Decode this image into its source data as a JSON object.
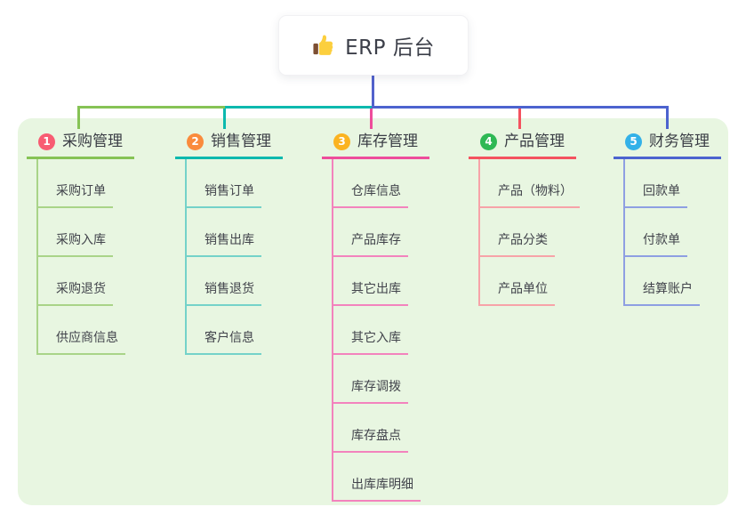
{
  "root": {
    "title": "ERP 后台",
    "icon": "thumbs-up-icon",
    "line_color": "#5262cc"
  },
  "panel_color": "#e8f6e1",
  "branches": [
    {
      "num": "1",
      "title": "采购管理",
      "color": "#86c355",
      "light_color": "#a9d488",
      "badge_color": "#f85c72",
      "children": [
        "采购订单",
        "采购入库",
        "采购退货",
        "供应商信息"
      ]
    },
    {
      "num": "2",
      "title": "销售管理",
      "color": "#0cb9ae",
      "light_color": "#74d2c9",
      "badge_color": "#fa8b3c",
      "children": [
        "销售订单",
        "销售出库",
        "销售退货",
        "客户信息"
      ]
    },
    {
      "num": "3",
      "title": "库存管理",
      "color": "#ee4d9b",
      "light_color": "#f383bd",
      "badge_color": "#fbb321",
      "children": [
        "仓库信息",
        "产品库存",
        "其它出库",
        "其它入库",
        "库存调拨",
        "库存盘点",
        "出库库明细"
      ]
    },
    {
      "num": "4",
      "title": "产品管理",
      "color": "#f4525f",
      "light_color": "#f7a3a8",
      "badge_color": "#2eb854",
      "children": [
        "产品（物料）",
        "产品分类",
        "产品单位"
      ]
    },
    {
      "num": "5",
      "title": "财务管理",
      "color": "#4c63cf",
      "light_color": "#8e9fe2",
      "badge_color": "#33b1e8",
      "children": [
        "回款单",
        "付款单",
        "结算账户"
      ]
    }
  ]
}
